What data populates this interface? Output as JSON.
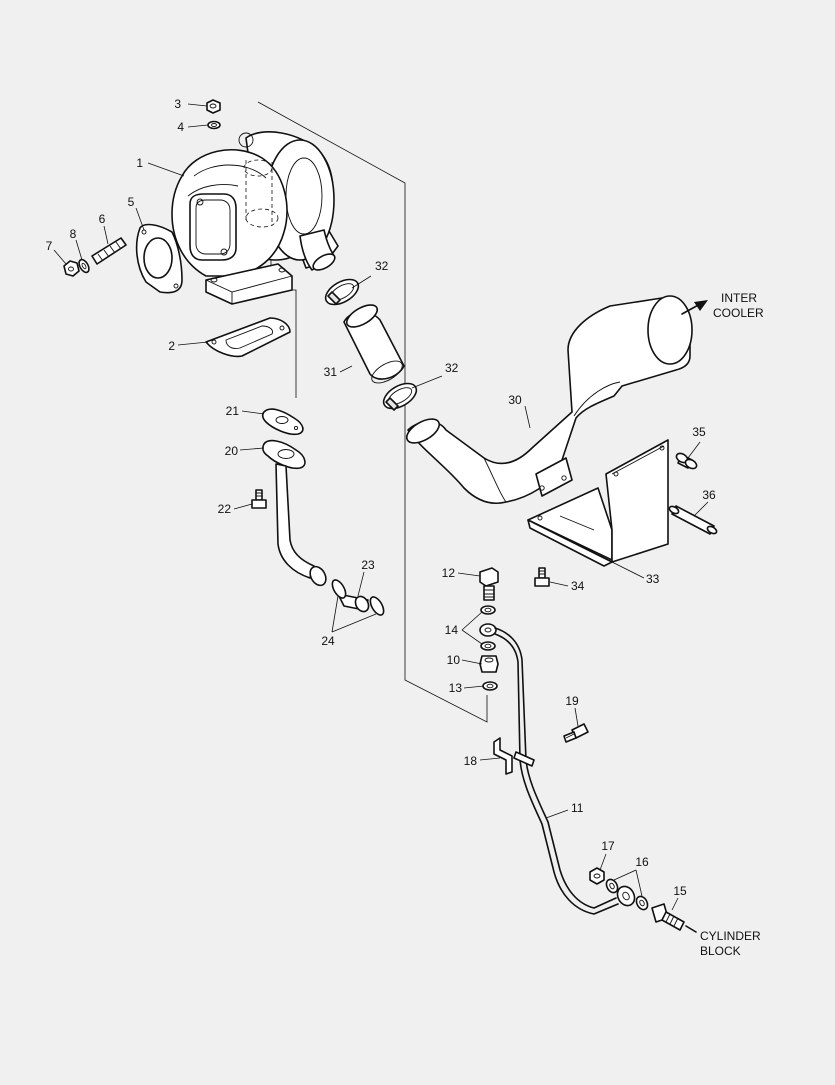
{
  "callouts": {
    "c1": "1",
    "c2": "2",
    "c3": "3",
    "c4": "4",
    "c5": "5",
    "c6": "6",
    "c7": "7",
    "c8": "8",
    "c10": "10",
    "c11": "11",
    "c12": "12",
    "c13": "13",
    "c14": "14",
    "c15": "15",
    "c16": "16",
    "c17": "17",
    "c18": "18",
    "c19": "19",
    "c20": "20",
    "c21": "21",
    "c22": "22",
    "c23": "23",
    "c24": "24",
    "c30": "30",
    "c31": "31",
    "c32a": "32",
    "c32b": "32",
    "c33": "33",
    "c34": "34",
    "c35": "35",
    "c36": "36"
  },
  "annotations": {
    "intercooler_line1": "INTER",
    "intercooler_line2": "COOLER",
    "cylinder_line1": "CYLINDER",
    "cylinder_line2": "BLOCK"
  }
}
